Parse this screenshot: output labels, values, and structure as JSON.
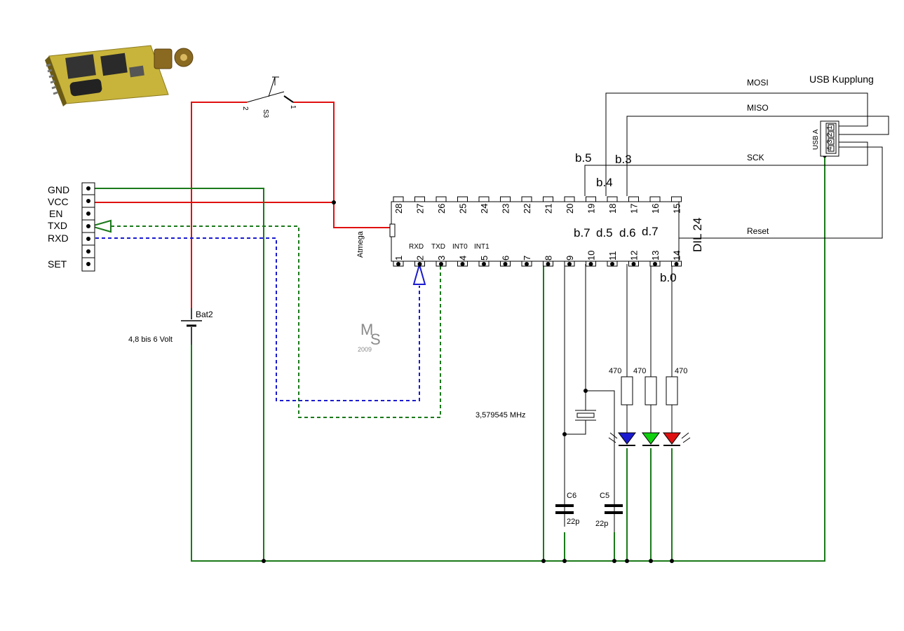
{
  "colors": {
    "red": "#e01010",
    "green": "#1a7a1a",
    "blue": "#1a1ad0",
    "black": "#000000",
    "grey": "#8a8a8a",
    "module": "#b8a428"
  },
  "header_labels": {
    "mosi": "MOSI",
    "miso": "MISO",
    "sck": "SCK",
    "reset": "Reset",
    "usb_title": "USB Kupplung",
    "usb_a": "USB A"
  },
  "usb_pins": [
    "1",
    "2",
    "3",
    "4"
  ],
  "bt_module": {
    "labels": [
      "GND",
      "VCC",
      "EN",
      "TXD",
      "RXD",
      "SET"
    ]
  },
  "switch": {
    "name": "S3",
    "pin_left": "2",
    "pin_right": "1"
  },
  "battery": {
    "name": "Bat2",
    "voltage": "4,8 bis 6 Volt"
  },
  "chip": {
    "maker": "Atmega",
    "package": "DIL 24",
    "top_pins": [
      "28",
      "27",
      "26",
      "25",
      "24",
      "23",
      "22",
      "21",
      "20",
      "19",
      "18",
      "17",
      "16",
      "15"
    ],
    "bottom_pins": [
      "1",
      "2",
      "3",
      "4",
      "5",
      "6",
      "7",
      "8",
      "9",
      "10",
      "11",
      "12",
      "13",
      "14"
    ],
    "bottom_fn": [
      "RXD",
      "TXD",
      "INT0",
      "INT1"
    ],
    "port_labels_top": {
      "b5": "b.5",
      "b4": "b.4",
      "b3": "b.3"
    },
    "port_labels_inner": {
      "b7": "b.7",
      "d5": "d.5",
      "d6": "d.6",
      "d7": "d.7"
    },
    "port_label_b0": "b.0"
  },
  "crystal": {
    "freq": "3,579545 MHz"
  },
  "capacitors": [
    {
      "name": "C6",
      "value": "22p"
    },
    {
      "name": "C5",
      "value": "22p"
    }
  ],
  "resistors": [
    "470",
    "470",
    "470"
  ],
  "led_colors": [
    "#1a1ad0",
    "#10d010",
    "#e01010"
  ],
  "watermark": {
    "m": "M",
    "s": "S",
    "year": "2009"
  }
}
